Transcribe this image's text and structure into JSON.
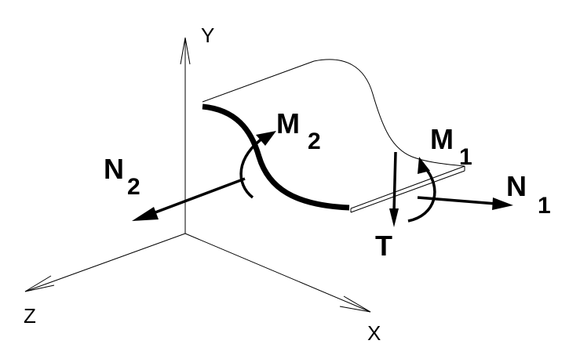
{
  "axes": {
    "y_label": "Y",
    "x_label": "X",
    "z_label": "Z"
  },
  "forces": {
    "m2_main": "M",
    "m2_sub": "2",
    "m1_main": "M",
    "m1_sub": "1",
    "n2_main": "N",
    "n2_sub": "2",
    "n1_main": "N",
    "n1_sub": "1",
    "t_label": "T"
  },
  "colors": {
    "ink": "#000000",
    "background": "#ffffff"
  }
}
